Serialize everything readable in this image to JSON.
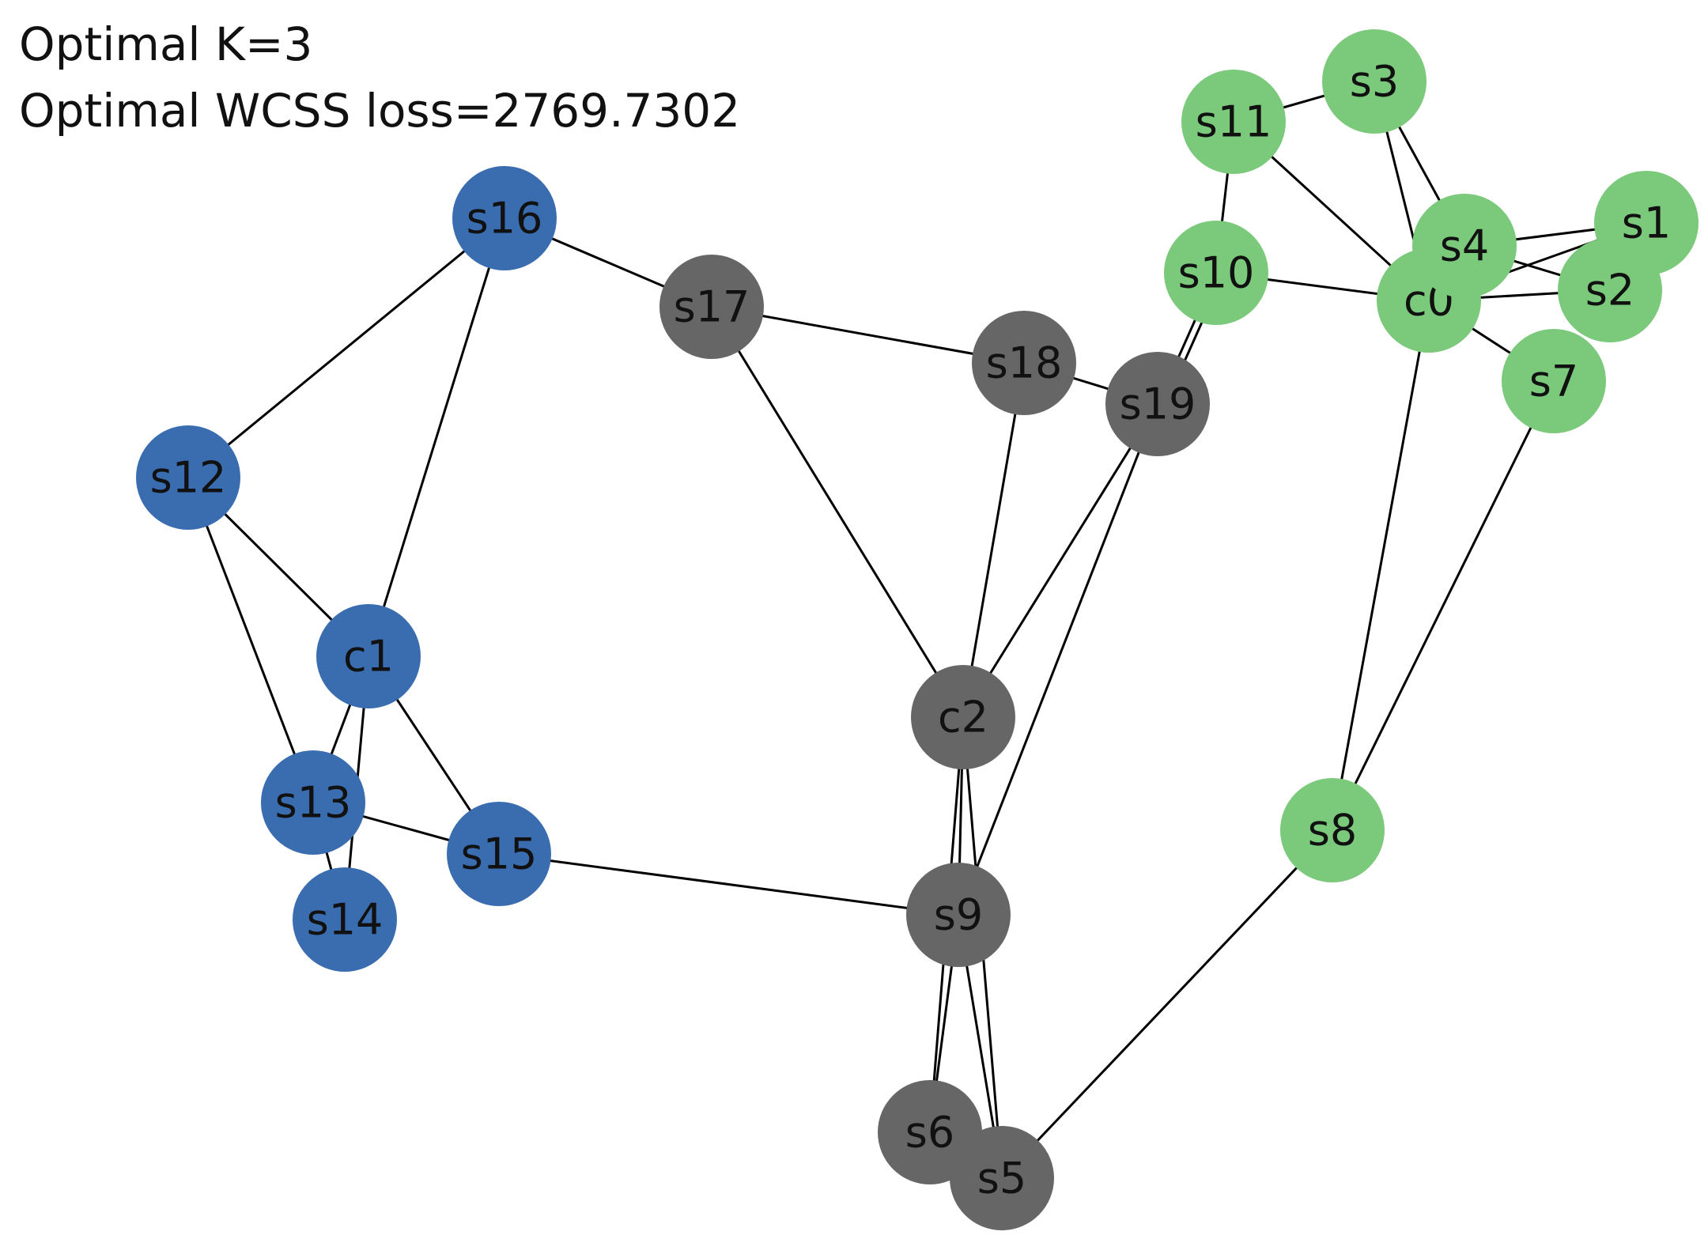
{
  "header": {
    "optimal_k": "Optimal K=3",
    "optimal_loss": "Optimal WCSS loss=2769.7302"
  },
  "clusters": [
    {
      "id": "c0",
      "color": "#7bc97b"
    },
    {
      "id": "c1",
      "color": "#3a6db0"
    },
    {
      "id": "c2",
      "color": "#666666"
    }
  ],
  "nodes": [
    {
      "id": "c0",
      "label": "c0",
      "cluster": "c0"
    },
    {
      "id": "s1",
      "label": "s1",
      "cluster": "c0"
    },
    {
      "id": "s2",
      "label": "s2",
      "cluster": "c0"
    },
    {
      "id": "s3",
      "label": "s3",
      "cluster": "c0"
    },
    {
      "id": "s4",
      "label": "s4",
      "cluster": "c0"
    },
    {
      "id": "s7",
      "label": "s7",
      "cluster": "c0"
    },
    {
      "id": "s8",
      "label": "s8",
      "cluster": "c0"
    },
    {
      "id": "s10",
      "label": "s10",
      "cluster": "c0"
    },
    {
      "id": "s11",
      "label": "s11",
      "cluster": "c0"
    },
    {
      "id": "c1",
      "label": "c1",
      "cluster": "c1"
    },
    {
      "id": "s12",
      "label": "s12",
      "cluster": "c1"
    },
    {
      "id": "s13",
      "label": "s13",
      "cluster": "c1"
    },
    {
      "id": "s14",
      "label": "s14",
      "cluster": "c1"
    },
    {
      "id": "s15",
      "label": "s15",
      "cluster": "c1"
    },
    {
      "id": "s16",
      "label": "s16",
      "cluster": "c1"
    },
    {
      "id": "c2",
      "label": "c2",
      "cluster": "c2"
    },
    {
      "id": "s5",
      "label": "s5",
      "cluster": "c2"
    },
    {
      "id": "s6",
      "label": "s6",
      "cluster": "c2"
    },
    {
      "id": "s9",
      "label": "s9",
      "cluster": "c2"
    },
    {
      "id": "s17",
      "label": "s17",
      "cluster": "c2"
    },
    {
      "id": "s18",
      "label": "s18",
      "cluster": "c2"
    },
    {
      "id": "s19",
      "label": "s19",
      "cluster": "c2"
    }
  ],
  "edges": [
    [
      "s16",
      "s17"
    ],
    [
      "s16",
      "s12"
    ],
    [
      "s16",
      "c1"
    ],
    [
      "s12",
      "c1"
    ],
    [
      "s12",
      "s13"
    ],
    [
      "c1",
      "s13"
    ],
    [
      "c1",
      "s14"
    ],
    [
      "c1",
      "s15"
    ],
    [
      "s13",
      "s14"
    ],
    [
      "s13",
      "s15"
    ],
    [
      "s15",
      "s9"
    ],
    [
      "s17",
      "s18"
    ],
    [
      "s17",
      "c2"
    ],
    [
      "s18",
      "s19"
    ],
    [
      "s18",
      "c2"
    ],
    [
      "s19",
      "c2"
    ],
    [
      "s19",
      "s9"
    ],
    [
      "s19",
      "s10"
    ],
    [
      "s19",
      "s10"
    ],
    [
      "c2",
      "s9"
    ],
    [
      "c2",
      "s6"
    ],
    [
      "c2",
      "s5"
    ],
    [
      "s9",
      "s6"
    ],
    [
      "s9",
      "s5"
    ],
    [
      "s5",
      "s8"
    ],
    [
      "s8",
      "c0"
    ],
    [
      "s8",
      "s7"
    ],
    [
      "c0",
      "s10"
    ],
    [
      "c0",
      "s11"
    ],
    [
      "c0",
      "s3"
    ],
    [
      "c0",
      "s4"
    ],
    [
      "c0",
      "s1"
    ],
    [
      "c0",
      "s2"
    ],
    [
      "c0",
      "s7"
    ],
    [
      "s11",
      "s3"
    ],
    [
      "s11",
      "s10"
    ],
    [
      "s3",
      "s4"
    ],
    [
      "s4",
      "s1"
    ],
    [
      "s4",
      "s2"
    ]
  ]
}
